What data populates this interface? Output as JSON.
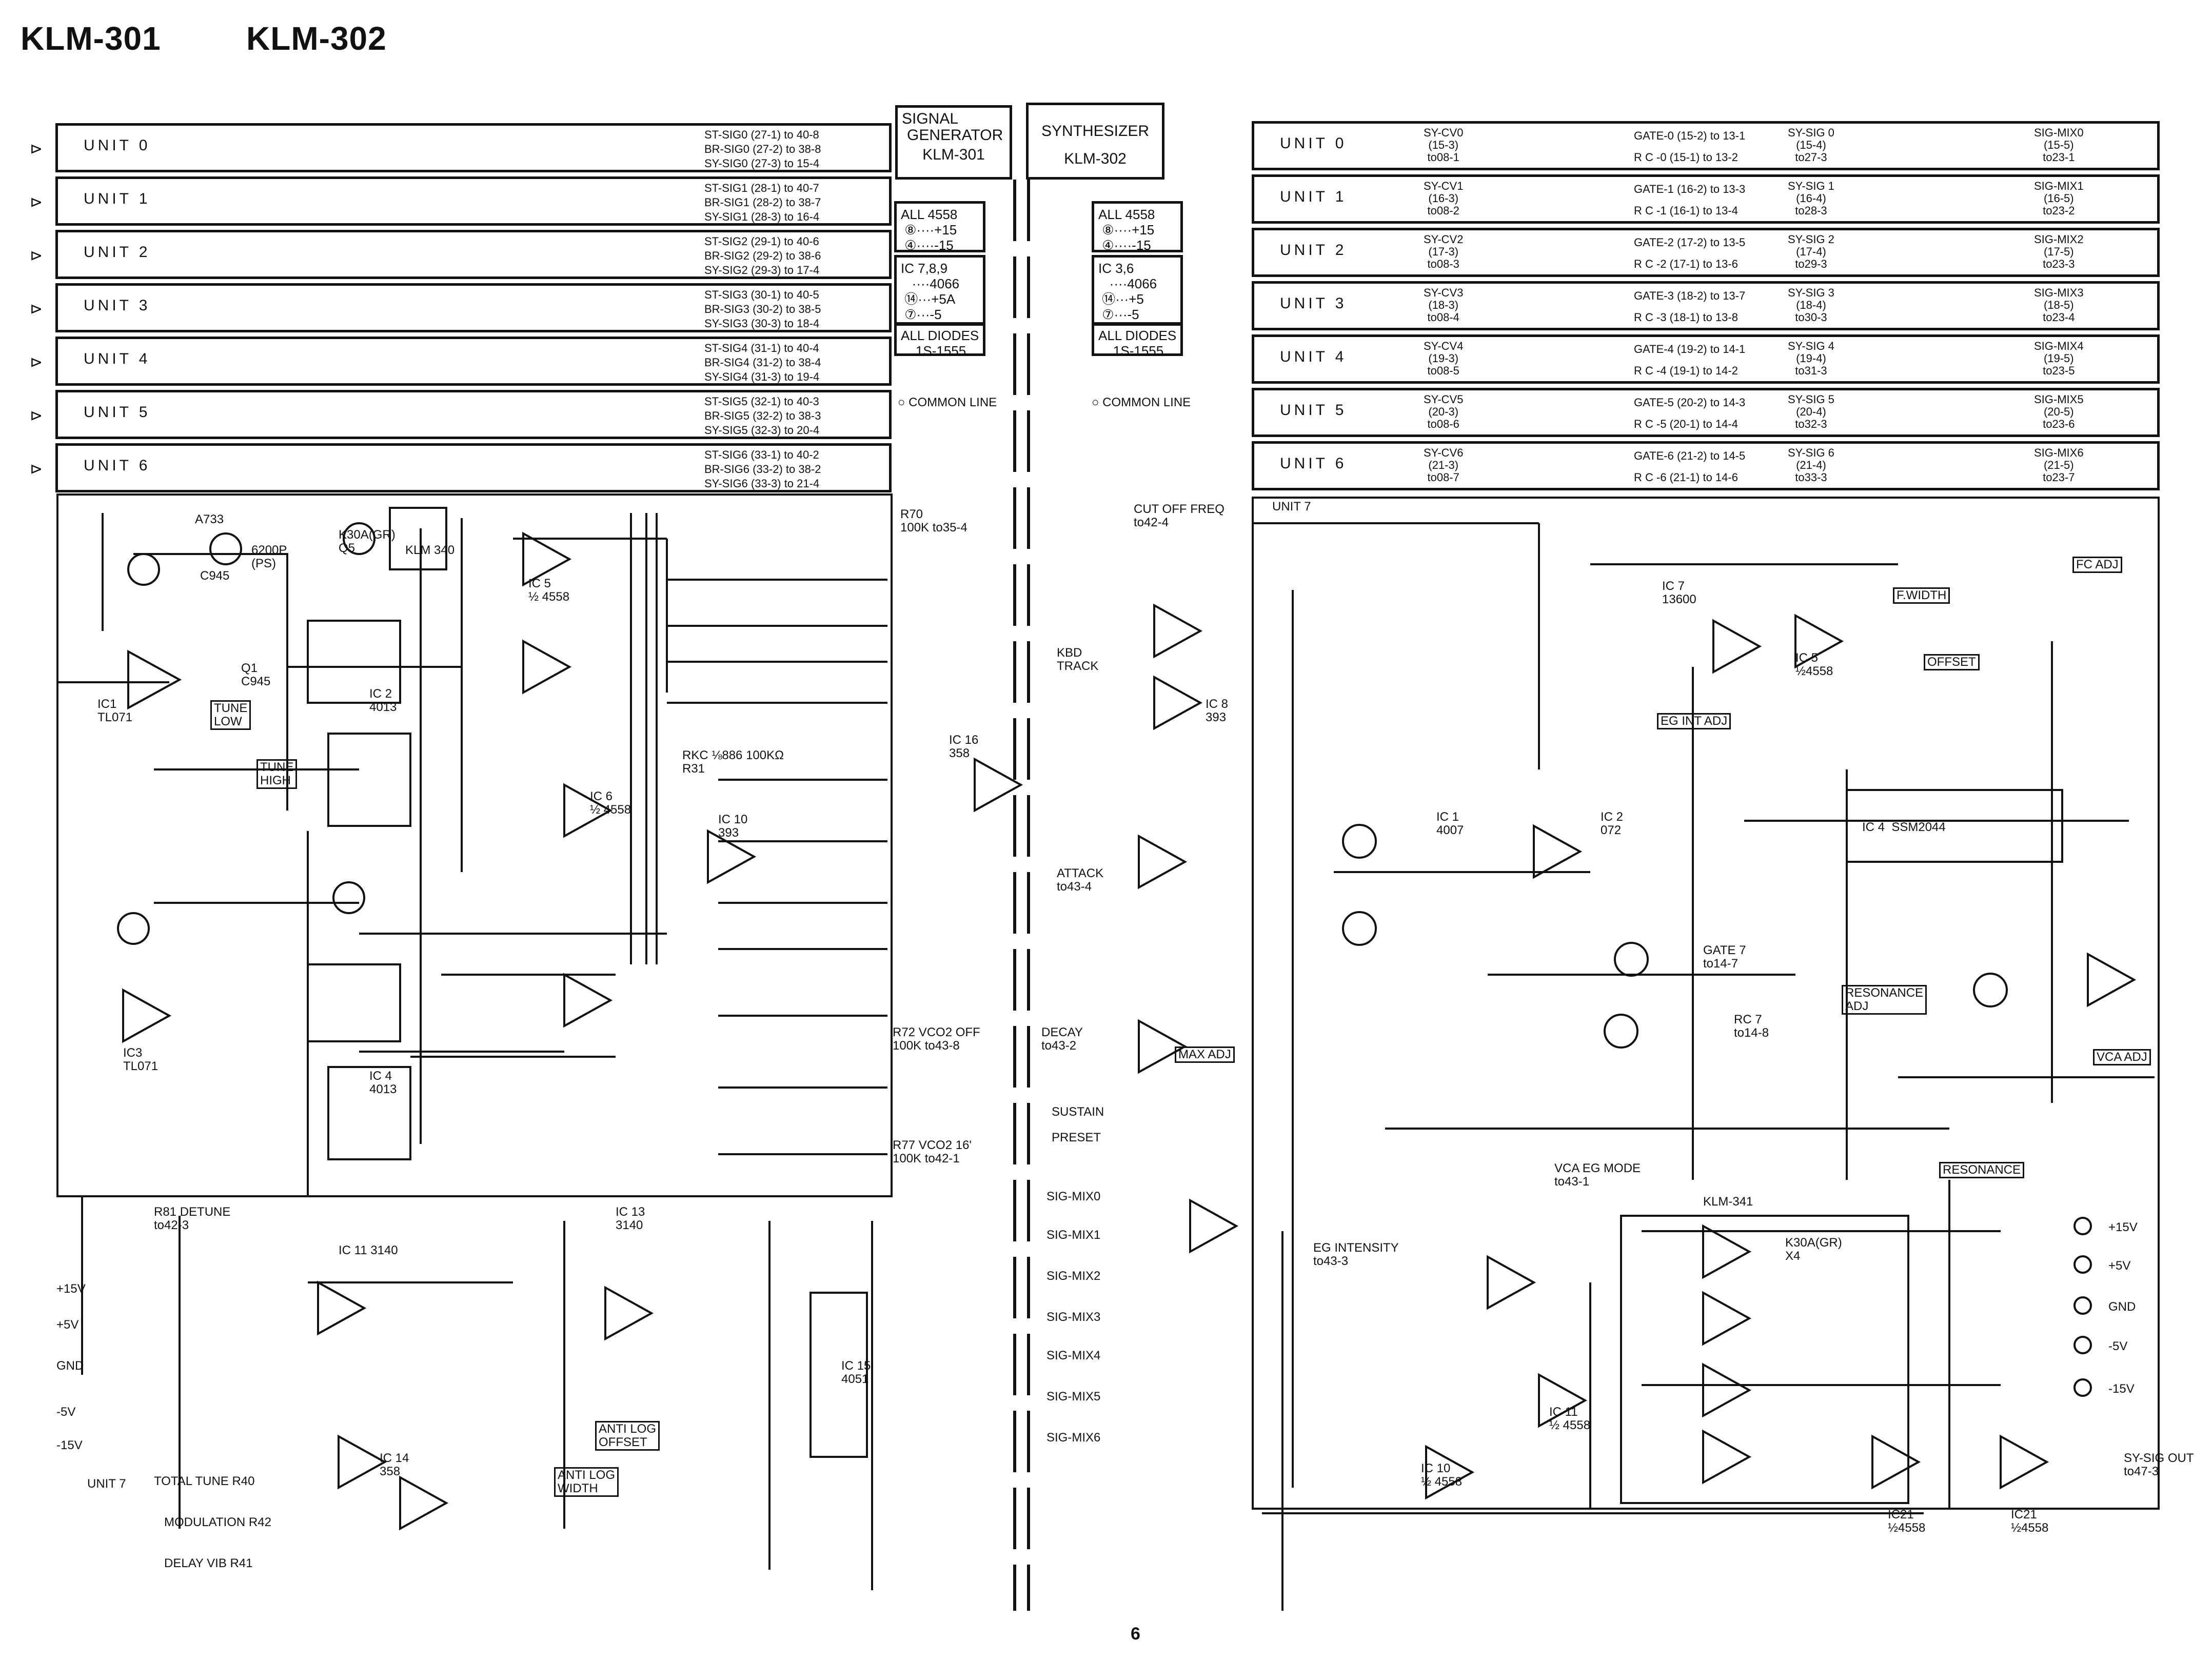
{
  "titles": {
    "left": "KLM-301",
    "right": "KLM-302"
  },
  "signal_generator": {
    "line1": "SIGNAL",
    "line2": "GENERATOR",
    "model": "KLM-301"
  },
  "synthesizer": {
    "line1": "SYNTHESIZER",
    "model": "KLM-302"
  },
  "left_legend": {
    "ics": "ALL 4558\n ⑧····+15\n ④····-15",
    "ic789": "IC 7,8,9\n   ····4066\n ⑭···+5A\n ⑦···-5",
    "diodes": "ALL DIODES\n    1S-1555",
    "common": "COMMON LINE"
  },
  "right_legend": {
    "ics": "ALL 4558\n ⑧····+15\n ④····-15",
    "ic36": "IC 3,6\n   ····4066\n ⑭···+5\n ⑦···-5",
    "diodes": "ALL DIODES\n    1S-1555",
    "common": "COMMON LINE"
  },
  "left_units": [
    {
      "name": "UNIT 0",
      "lines": [
        "ST-SIG0 (27-1) to 40-8",
        "BR-SIG0 (27-2) to 38-8",
        "SY-SIG0 (27-3) to 15-4"
      ]
    },
    {
      "name": "UNIT 1",
      "lines": [
        "ST-SIG1 (28-1) to 40-7",
        "BR-SIG1 (28-2) to 38-7",
        "SY-SIG1 (28-3) to 16-4"
      ]
    },
    {
      "name": "UNIT 2",
      "lines": [
        "ST-SIG2 (29-1) to 40-6",
        "BR-SIG2 (29-2) to 38-6",
        "SY-SIG2 (29-3) to 17-4"
      ]
    },
    {
      "name": "UNIT 3",
      "lines": [
        "ST-SIG3 (30-1) to 40-5",
        "BR-SIG3 (30-2) to 38-5",
        "SY-SIG3 (30-3) to 18-4"
      ]
    },
    {
      "name": "UNIT 4",
      "lines": [
        "ST-SIG4 (31-1) to 40-4",
        "BR-SIG4 (31-2) to 38-4",
        "SY-SIG4 (31-3) to 19-4"
      ]
    },
    {
      "name": "UNIT 5",
      "lines": [
        "ST-SIG5 (32-1) to 40-3",
        "BR-SIG5 (32-2) to 38-3",
        "SY-SIG5 (32-3) to 20-4"
      ]
    },
    {
      "name": "UNIT 6",
      "lines": [
        "ST-SIG6 (33-1) to 40-2",
        "BR-SIG6 (33-2) to 38-2",
        "SY-SIG6 (33-3) to 21-4"
      ]
    }
  ],
  "right_units": [
    {
      "name": "UNIT 0",
      "cv": "SY-CV0\n(15-3)\nto08-1",
      "gate": "GATE-0 (15-2) to 13-1",
      "rc": "R C -0 (15-1) to 13-2",
      "sig": "SY-SIG 0\n(15-4)\nto27-3",
      "mix": "SIG-MIX0\n(15-5)\nto23-1"
    },
    {
      "name": "UNIT 1",
      "cv": "SY-CV1\n(16-3)\nto08-2",
      "gate": "GATE-1 (16-2) to 13-3",
      "rc": "R C -1 (16-1) to 13-4",
      "sig": "SY-SIG 1\n(16-4)\nto28-3",
      "mix": "SIG-MIX1\n(16-5)\nto23-2"
    },
    {
      "name": "UNIT 2",
      "cv": "SY-CV2\n(17-3)\nto08-3",
      "gate": "GATE-2 (17-2) to 13-5",
      "rc": "R C -2 (17-1) to 13-6",
      "sig": "SY-SIG 2\n(17-4)\nto29-3",
      "mix": "SIG-MIX2\n(17-5)\nto23-3"
    },
    {
      "name": "UNIT 3",
      "cv": "SY-CV3\n(18-3)\nto08-4",
      "gate": "GATE-3 (18-2) to 13-7",
      "rc": "R C -3 (18-1) to 13-8",
      "sig": "SY-SIG 3\n(18-4)\nto30-3",
      "mix": "SIG-MIX3\n(18-5)\nto23-4"
    },
    {
      "name": "UNIT 4",
      "cv": "SY-CV4\n(19-3)\nto08-5",
      "gate": "GATE-4 (19-2) to 14-1",
      "rc": "R C -4 (19-1) to 14-2",
      "sig": "SY-SIG 4\n(19-4)\nto31-3",
      "mix": "SIG-MIX4\n(19-5)\nto23-5"
    },
    {
      "name": "UNIT 5",
      "cv": "SY-CV5\n(20-3)\nto08-6",
      "gate": "GATE-5 (20-2) to 14-3",
      "rc": "R C -5 (20-1) to 14-4",
      "sig": "SY-SIG 5\n(20-4)\nto32-3",
      "mix": "SIG-MIX5\n(20-5)\nto23-6"
    },
    {
      "name": "UNIT 6",
      "cv": "SY-CV6\n(21-3)\nto08-7",
      "gate": "GATE-6 (21-2) to 14-5",
      "rc": "R C -6 (21-1) to 14-6",
      "sig": "SY-SIG 6\n(21-4)\nto33-3",
      "mix": "SIG-MIX6\n(21-5)\nto23-7"
    }
  ],
  "left_labels": [
    "IC1\nTL071",
    "Q1\nC945",
    "IC 2\n4013",
    "KLM 340",
    "IC 5\n½ 4558",
    "IC 6\n½ 4558",
    "IC 10\n393",
    "IC 16\n358",
    "RKC ⅛886 100KΩ\nR31",
    "R70\n100K to35-4",
    "IC3\nTL071",
    "IC 4\n4013",
    "IC 11 3140",
    "IC 13\n3140",
    "IC 15\n4051",
    "IC 14\n358",
    "UNIT 7",
    "R81 DETUNE\nto42-3",
    "TOTAL TUNE R40",
    "MODULATION R42",
    "DELAY VIB R41",
    "ANTI LOG\nOFFSET",
    "ANTI LOG\nWIDTH",
    "TUNE\nLOW",
    "TUNE\nHIGH",
    "+15V",
    "+5V",
    "GND",
    "-5V",
    "-15V",
    "K30A(GR)\nQ5",
    "A733",
    "C945",
    "6200P\n(PS)",
    "R72 VCO2 OFF\n100K to43-8",
    "R77 VCO2 16'\n100K to42-1"
  ],
  "right_labels": [
    "CUT OFF FREQ\nto42-4",
    "KBD\nTRACK",
    "IC 8\n393",
    "IC 1\n4007",
    "IC 2\n072",
    "IC 4  SSM2044",
    "IC 5\n½4558",
    "IC 7\n13600",
    "ATTACK\nto43-4",
    "DECAY\nto43-2",
    "SUSTAIN",
    "PRESET",
    "EG INTENSITY\nto43-3",
    "KLM-341",
    "IC 10\n½ 4558",
    "IC 11\n½ 4558",
    "IC21\n½4558",
    "IC21\n½4558",
    "SY-SIG OUT\nto47-3",
    "VCA EG MODE\nto43-1",
    "RESONANCE",
    "VCA ADJ",
    "RESONANCE\nADJ",
    "+15V",
    "+5V",
    "GND",
    "-5V",
    "-15V",
    "SIG-MIX0",
    "SIG-MIX1",
    "SIG-MIX2",
    "SIG-MIX3",
    "SIG-MIX4",
    "SIG-MIX5",
    "SIG-MIX6",
    "UNIT 7",
    "FC ADJ",
    "F.WIDTH",
    "OFFSET",
    "EG INT ADJ",
    "MAX ADJ",
    "GATE 7\nto14-7",
    "RC 7\nto14-8",
    "K30A(GR)\nX4"
  ],
  "page_number": "6"
}
